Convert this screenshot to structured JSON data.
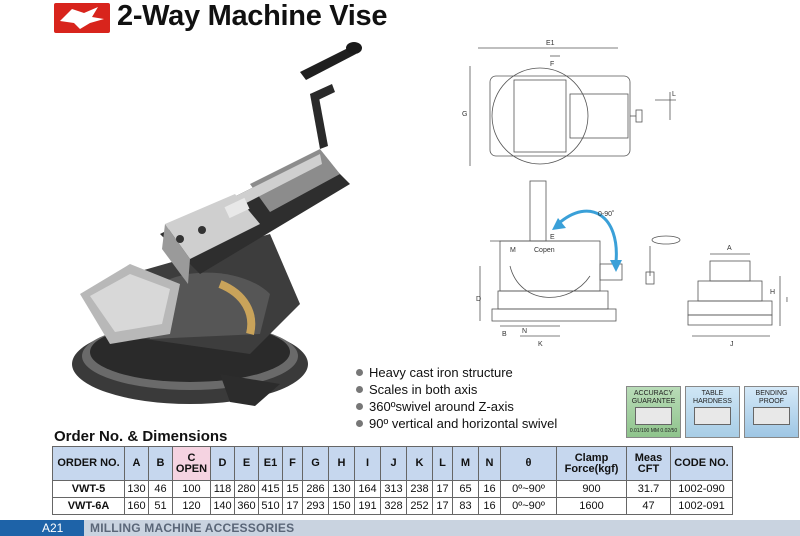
{
  "header": {
    "title": "2-Way Machine Vise"
  },
  "features": [
    "Heavy cast iron structure",
    "Scales in both axis",
    "360ºswivel around Z-axis",
    "90º vertical and horizontal swivel"
  ],
  "badges": [
    {
      "line1": "ACCURACY",
      "line2": "GUARANTEE",
      "small": "0.01/100 MM 0.02/50"
    },
    {
      "line1": "TABLE",
      "line2": "HARDNESS",
      "small": ""
    },
    {
      "line1": "BENDING",
      "line2": "PROOF",
      "small": ""
    }
  ],
  "drawing_labels": {
    "e1": "E1",
    "f": "F",
    "g": "G",
    "l": "L",
    "angle": "0-90˚",
    "e": "E",
    "m": "M",
    "copen": "Copen",
    "d": "D",
    "b": "B",
    "n": "N",
    "k": "K",
    "a": "A",
    "h": "H",
    "i": "I",
    "j": "J"
  },
  "section_title": "Order No. & Dimensions",
  "table": {
    "headers": [
      "ORDER NO.",
      "A",
      "B",
      "C OPEN",
      "D",
      "E",
      "E1",
      "F",
      "G",
      "H",
      "I",
      "J",
      "K",
      "L",
      "M",
      "N",
      "θ",
      "Clamp Force(kgf)",
      "Meas CFT",
      "CODE NO."
    ],
    "rows": [
      [
        "VWT-5",
        "130",
        "46",
        "100",
        "118",
        "280",
        "415",
        "15",
        "286",
        "130",
        "164",
        "313",
        "238",
        "17",
        "65",
        "16",
        "0º~90º",
        "900",
        "31.7",
        "1002-090"
      ],
      [
        "VWT-6A",
        "160",
        "51",
        "120",
        "140",
        "360",
        "510",
        "17",
        "293",
        "150",
        "191",
        "328",
        "252",
        "17",
        "83",
        "16",
        "0º~90º",
        "1600",
        "47",
        "1002-091"
      ]
    ]
  },
  "footer": {
    "page": "A21",
    "section": "MILLING MACHINE ACCESSORIES"
  }
}
